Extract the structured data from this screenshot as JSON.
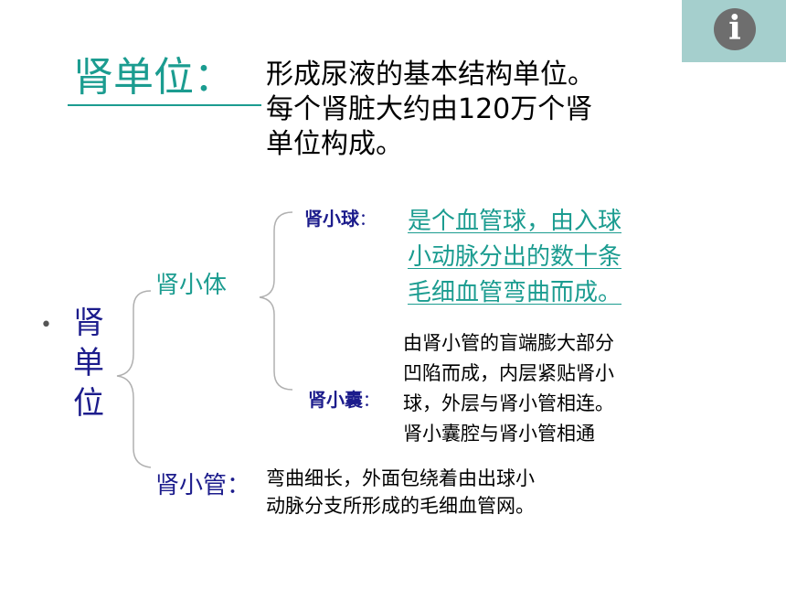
{
  "title": "肾单位：",
  "definition_lines": [
    "形成尿液的基本结构单位。",
    "每个肾脏大约由120万个肾",
    "单位构成。"
  ],
  "bullet": "•",
  "term_chars": [
    "肾",
    "单",
    "位"
  ],
  "renal_corpuscle": {
    "label": "肾小体",
    "glomerulus": {
      "label": "肾小球",
      "colon": "：",
      "description_lines": [
        "是个血管球，由入球",
        "小动脉分出的数十条",
        "毛细血管弯曲而成。"
      ]
    },
    "capsule": {
      "label": "肾小囊",
      "colon": "：",
      "description_lines": [
        "由肾小管的盲端膨大部分",
        "凹陷而成，内层紧贴肾小",
        "球，外层与肾小管相连。",
        "肾小囊腔与肾小管相通"
      ]
    }
  },
  "renal_tubule": {
    "label": "肾小管：",
    "description_lines": [
      "弯曲细长，外面包绕着由出球小",
      "动脉分支所形成的毛细血管网。"
    ]
  },
  "info_icon": {
    "name": "info-icon",
    "glyph": "i"
  },
  "colors": {
    "teal": "#1b9c90",
    "navy": "#1c1c8c",
    "badge_bg": "#a5cfcd",
    "badge_circle": "#6e6e6e"
  }
}
